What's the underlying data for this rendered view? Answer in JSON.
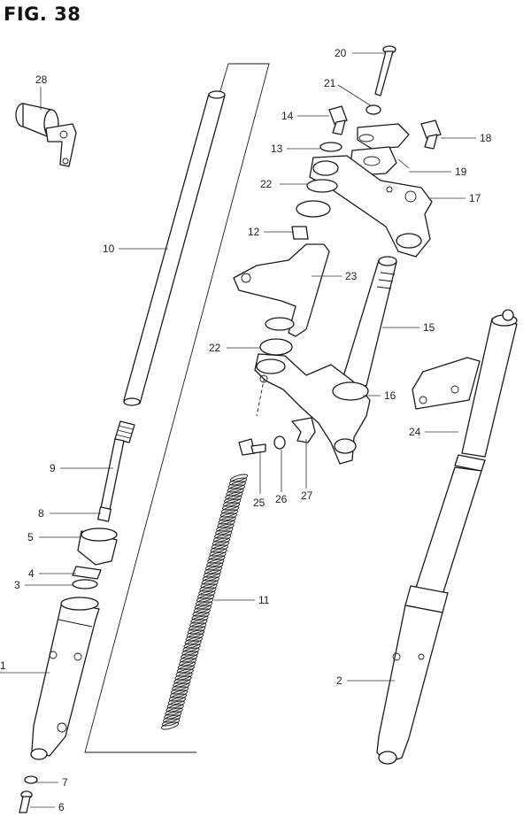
{
  "figure": {
    "title": "FIG. 38"
  },
  "callouts": {
    "c1": "1",
    "c2": "2",
    "c3": "3",
    "c4": "4",
    "c5": "5",
    "c6": "6",
    "c7": "7",
    "c8": "8",
    "c9": "9",
    "c10": "10",
    "c11": "11",
    "c12": "12",
    "c13": "13",
    "c14": "14",
    "c15": "15",
    "c16": "16",
    "c17": "17",
    "c18": "18",
    "c19": "19",
    "c20": "20",
    "c21": "21",
    "c22a": "22",
    "c22b": "22",
    "c23": "23",
    "c24": "24",
    "c25": "25",
    "c26": "26",
    "c27": "27",
    "c28": "28"
  }
}
